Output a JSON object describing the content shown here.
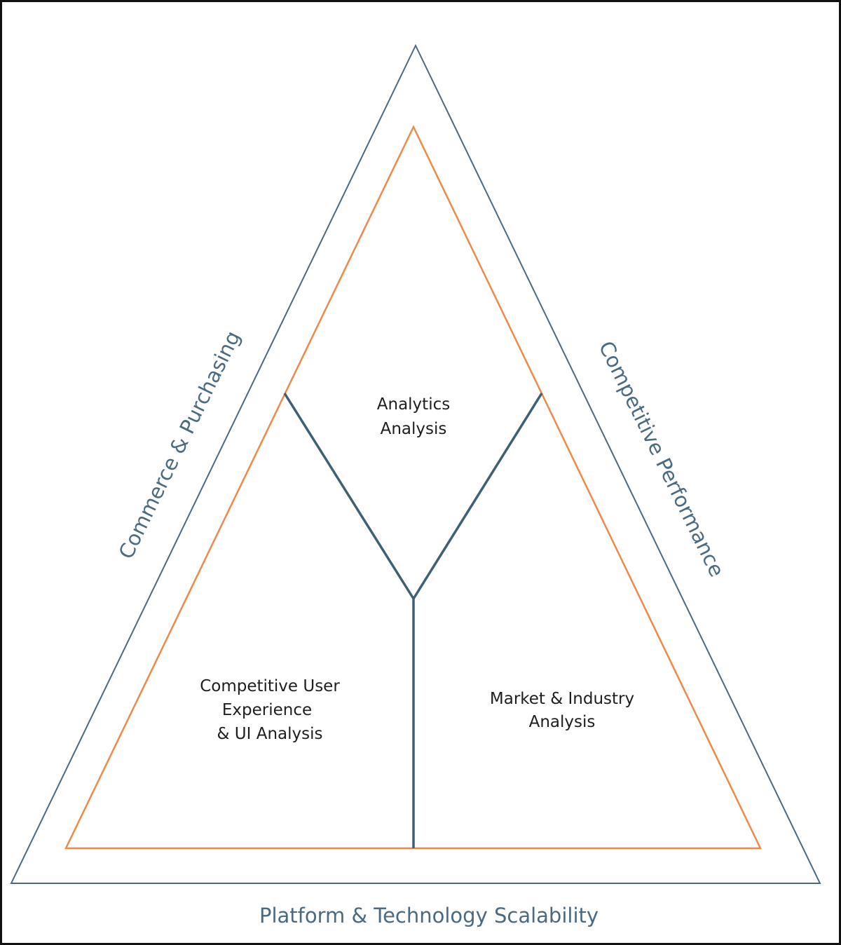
{
  "diagram": {
    "sides": {
      "left": "Commerce & Purchasing",
      "right": "Competitive Performance",
      "bottom": "Platform & Technology Scalability"
    },
    "segments": {
      "top": [
        "Analytics",
        "Analysis"
      ],
      "bottom_left": [
        "Competitive User",
        "Experience",
        "& UI Analysis"
      ],
      "bottom_right": [
        "Market & Industry",
        "Analysis"
      ]
    },
    "colors": {
      "outer_triangle": "#4a6a82",
      "inner_triangle": "#ed8a4a",
      "dividers": "#3f5f75",
      "side_text": "#4a6a82",
      "segment_text": "#1e1e1e",
      "frame": "#111111"
    }
  }
}
